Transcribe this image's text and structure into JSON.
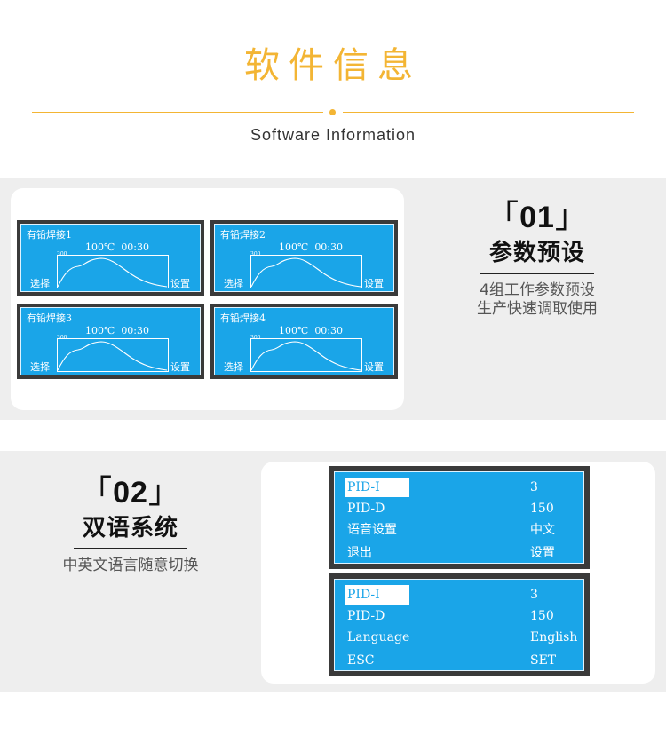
{
  "header": {
    "title": "软件信息",
    "subtitle": "Software Information"
  },
  "colors": {
    "accent": "#f3b534",
    "lcd_blue": "#1aa5e8",
    "band_gray": "#eeeeee"
  },
  "presets": [
    {
      "title": "有铅焊接",
      "num": "1",
      "temp": "100℃",
      "time": "00:30",
      "ymax": "300",
      "left_btn": "选择",
      "right_btn": "设置"
    },
    {
      "title": "有铅焊接",
      "num": "2",
      "temp": "100℃",
      "time": "00:30",
      "ymax": "300",
      "left_btn": "选择",
      "right_btn": "设置"
    },
    {
      "title": "有铅焊接",
      "num": "3",
      "temp": "100℃",
      "time": "00:30",
      "ymax": "300",
      "left_btn": "选择",
      "right_btn": "设置"
    },
    {
      "title": "有铅焊接",
      "num": "4",
      "temp": "100℃",
      "time": "00:30",
      "ymax": "300",
      "left_btn": "选择",
      "right_btn": "设置"
    }
  ],
  "feature1": {
    "open": "「",
    "num": "01",
    "close": "」",
    "title": "参数预设",
    "desc_line1": "4组工作参数预设",
    "desc_line2": "生产快速调取使用"
  },
  "feature2": {
    "open": "「",
    "num": "02",
    "close": "」",
    "title": "双语系统",
    "desc": "中英文语言随意切换"
  },
  "menu_cn": {
    "rows": [
      {
        "label": "PID-I",
        "value": "3"
      },
      {
        "label": "PID-D",
        "value": "150"
      },
      {
        "label": "语音设置",
        "value": "中文"
      },
      {
        "label": "退出",
        "value": "设置"
      }
    ]
  },
  "menu_en": {
    "rows": [
      {
        "label": "PID-I",
        "value": "3"
      },
      {
        "label": "PID-D",
        "value": "150"
      },
      {
        "label": "Language",
        "value": "English"
      },
      {
        "label": "ESC",
        "value": "SET"
      }
    ]
  }
}
